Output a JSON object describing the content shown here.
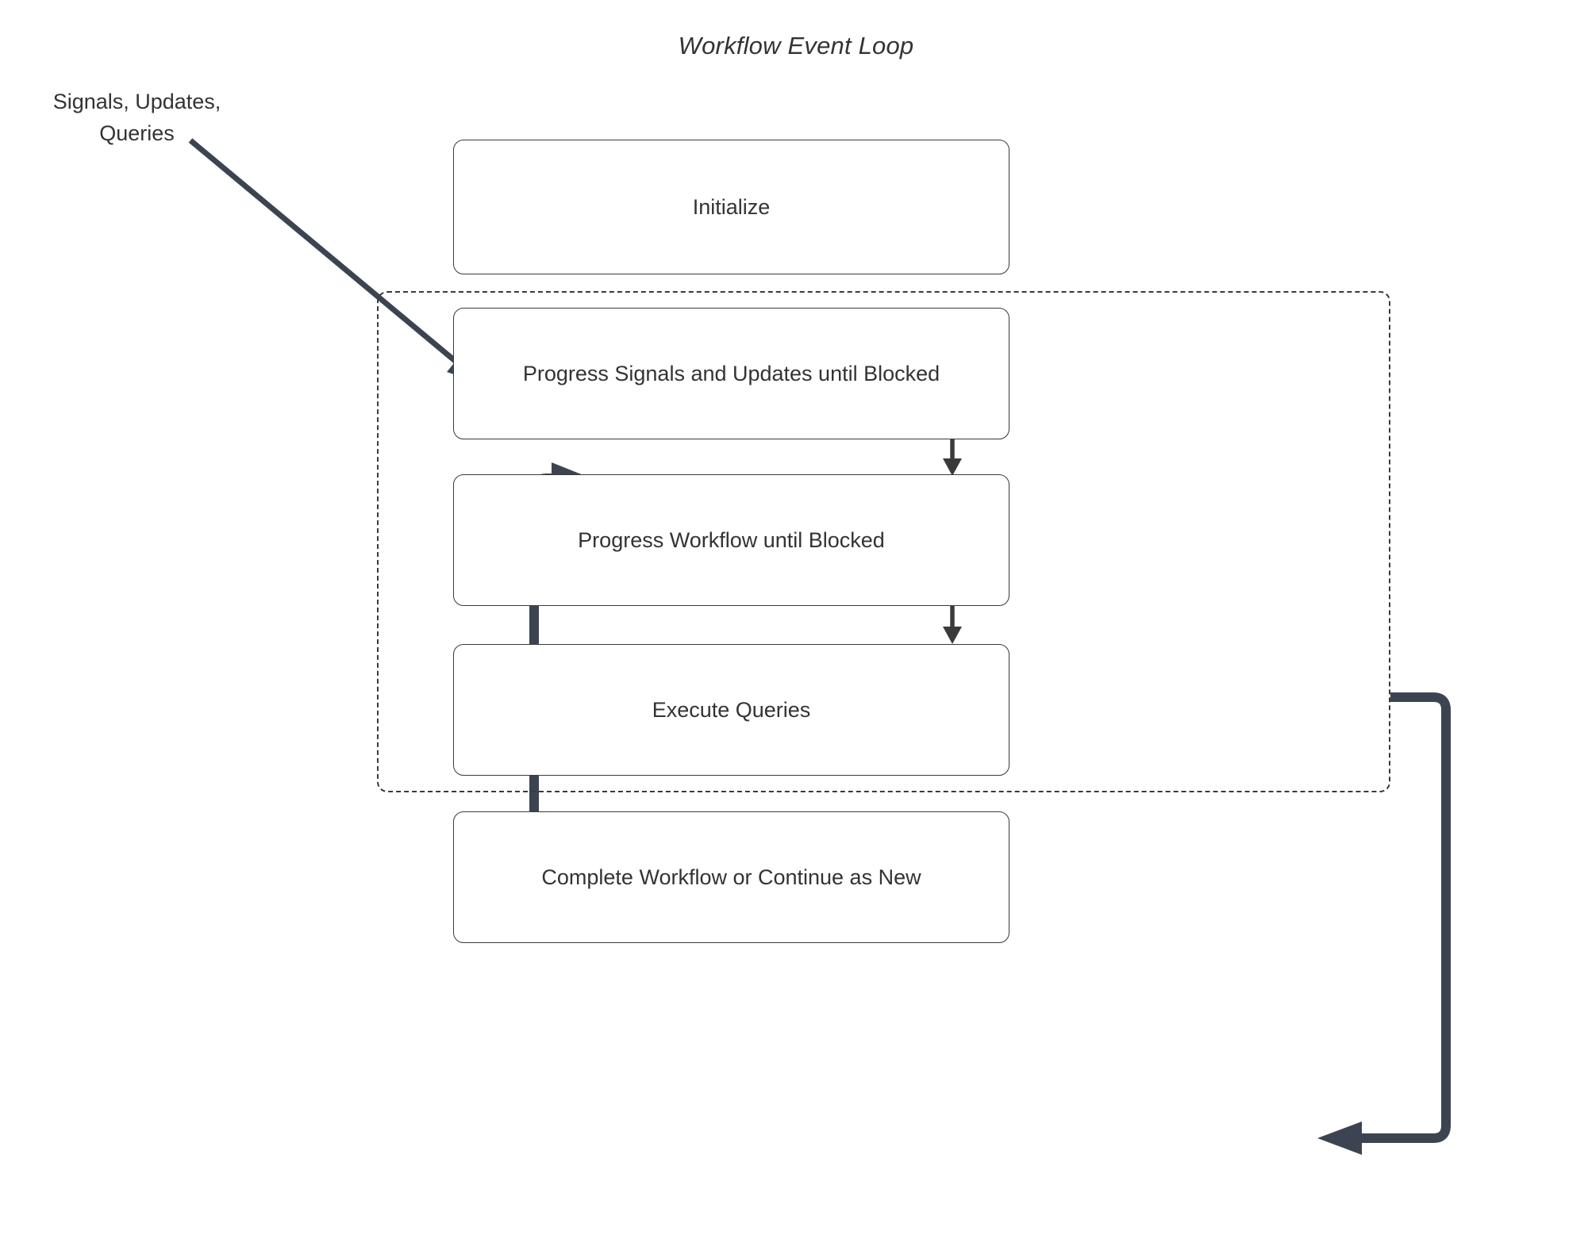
{
  "diagram": {
    "title": "Workflow Event Loop",
    "type": "flowchart",
    "background_color": "#ffffff",
    "node_border_color": "#3a3a3a",
    "node_fill_color": "#ffffff",
    "text_color": "#333333",
    "thick_arrow_color": "#3d4451",
    "thin_arrow_color": "#3a3a3a"
  },
  "external_input": {
    "label_line_1": "Signals, Updates,",
    "label_line_2": "Queries"
  },
  "nodes": [
    {
      "id": "initialize",
      "label": "Initialize"
    },
    {
      "id": "progress_signals",
      "label": "Progress Signals and Updates until Blocked"
    },
    {
      "id": "progress_workflow",
      "label": "Progress Workflow until Blocked"
    },
    {
      "id": "execute_queries",
      "label": "Execute Queries"
    },
    {
      "id": "complete_workflow",
      "label": "Complete Workflow or Continue as New"
    }
  ],
  "loop_group": {
    "style": "dashed",
    "contains": [
      "progress_signals",
      "progress_workflow",
      "execute_queries"
    ]
  },
  "edges": [
    {
      "from": "external_input",
      "to": "loop_group",
      "style": "thick-diagonal-arrow"
    },
    {
      "from": "progress_signals",
      "to": "progress_workflow",
      "style": "thin-arrow"
    },
    {
      "from": "progress_workflow",
      "to": "execute_queries",
      "style": "thin-arrow"
    },
    {
      "from": "execute_queries",
      "to": "progress_signals",
      "style": "thick-loopback-left"
    },
    {
      "from": "loop_group",
      "to": "complete_workflow",
      "style": "thick-exit-right"
    }
  ]
}
